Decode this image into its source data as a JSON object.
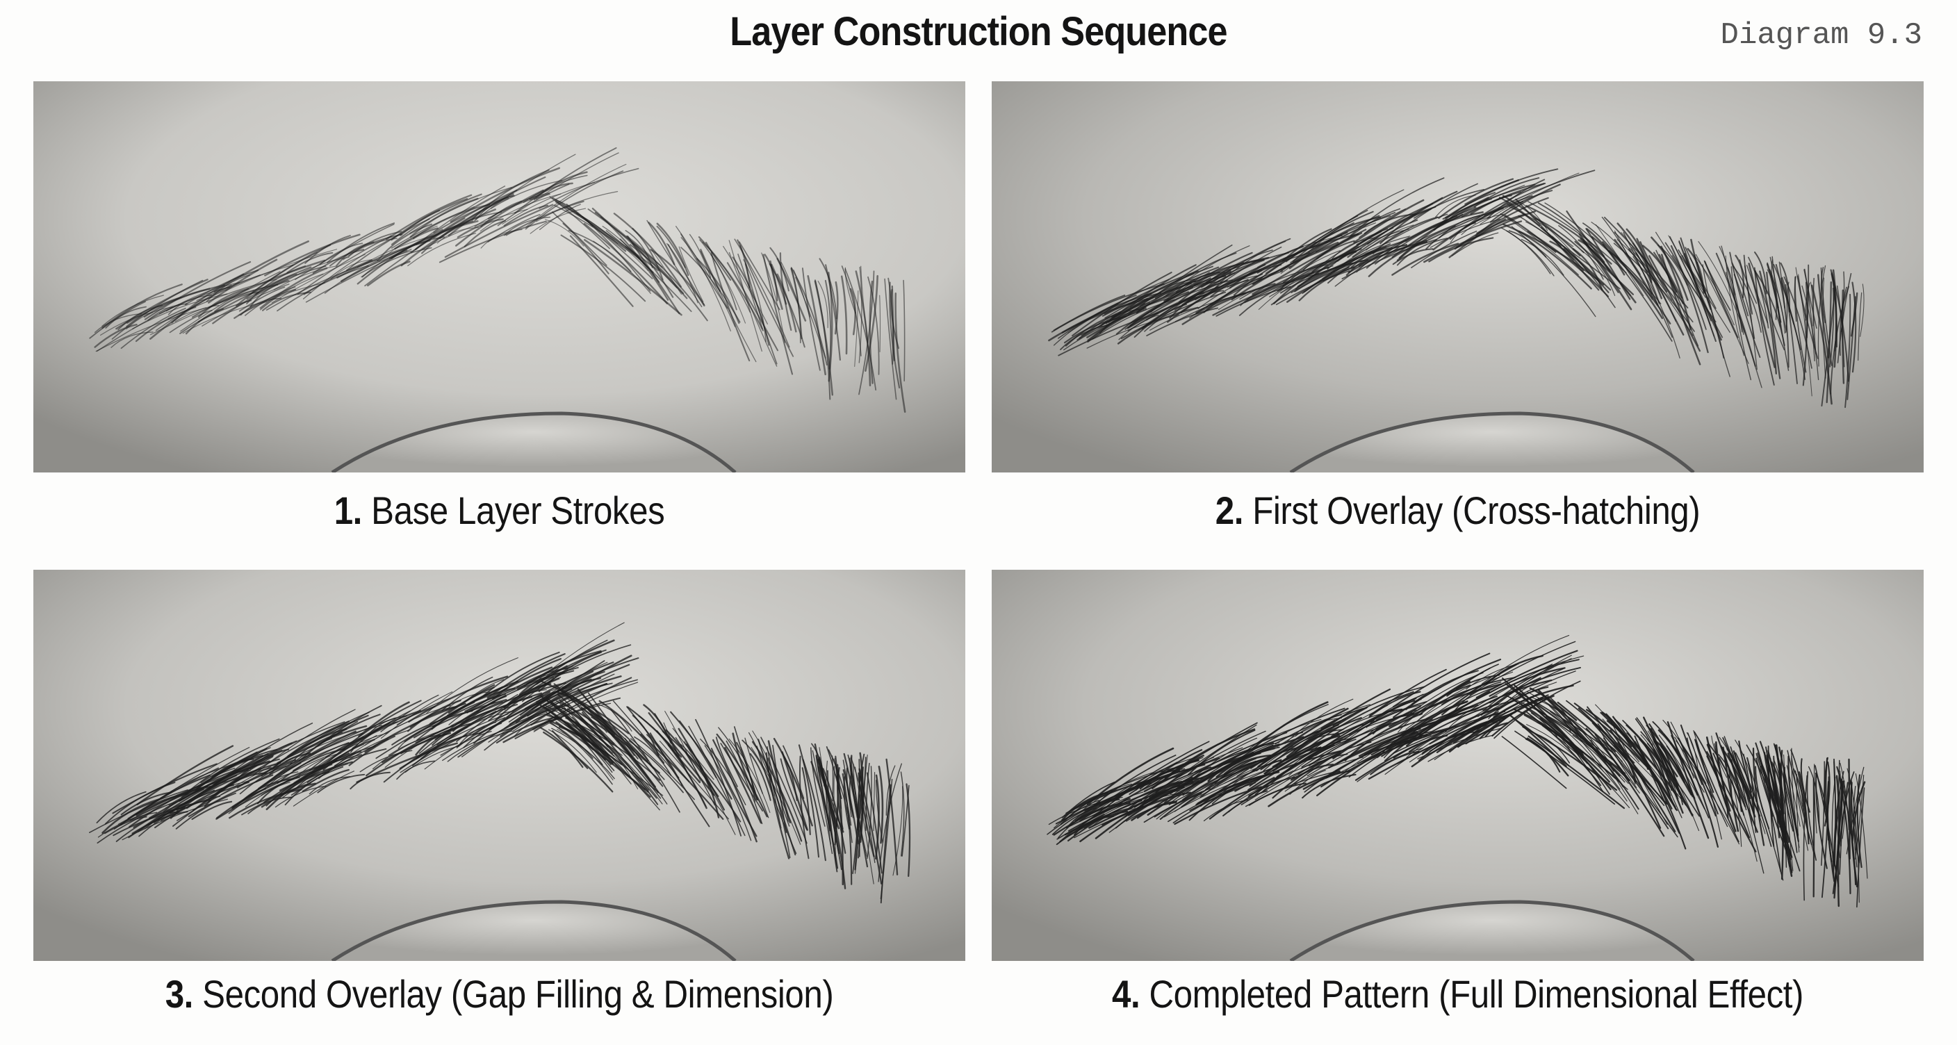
{
  "header": {
    "title": "Layer Construction Sequence",
    "diagram_number": "Diagram 9.3"
  },
  "panels": [
    {
      "step": "1.",
      "label": "Base Layer Strokes",
      "density": 0.35,
      "skin": "#c9c8c4"
    },
    {
      "step": "2.",
      "label": "First Overlay (Cross-hatching)",
      "density": 0.65,
      "skin": "#b9b8b4"
    },
    {
      "step": "3.",
      "label": "Second Overlay (Gap Filling & Dimension)",
      "density": 0.8,
      "skin": "#c3c2be"
    },
    {
      "step": "4.",
      "label": "Completed Pattern (Full Dimensional Effect)",
      "density": 1.0,
      "skin": "#bdbcb8"
    }
  ],
  "colors": {
    "background": "#fdfdfc",
    "text": "#141414",
    "hair": "#1e1e1e"
  }
}
